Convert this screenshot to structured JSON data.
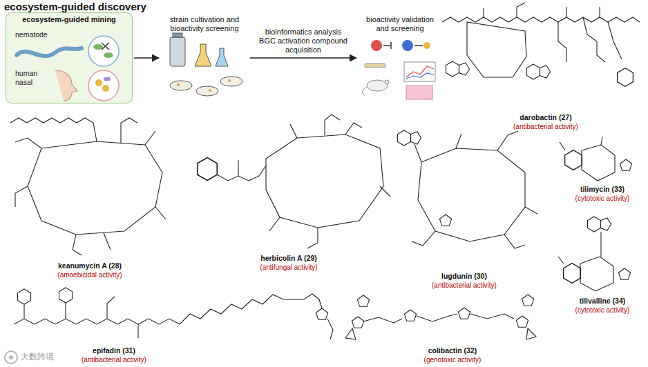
{
  "diagram": {
    "title": "ecosystem-guided discovery",
    "nodes": [
      {
        "text": [
          "ecosystem-guided mining"
        ]
      },
      {
        "text": [
          "strain cultivation and bioactivity screening"
        ]
      },
      {
        "text": [
          "bioactivity validation and screening"
        ]
      }
    ],
    "edges": [
      {
        "from": 0,
        "to": 1,
        "arrow": "to"
      },
      {
        "from": 1,
        "to": 2,
        "label": "bioinformatics analysis BGC activation compound acquisition",
        "arrow": "to"
      }
    ],
    "labels": [
      "nematode",
      "human nasal",
      "darobactin (27)",
      "(antibacterial activity)",
      "keanumycin A (28)",
      "(amoebicidal activity)",
      "herbicolin A (29)",
      "(antifungal activity)",
      "lugdunin (30)",
      "(antibacterial activity)",
      "tilimycin (33)",
      "(cytotoxic activity)",
      "tilivalline (34)",
      "(cytotoxic activity)",
      "epifadin (31)",
      "(antibacterial activity)",
      "colibactin (32)",
      "(genotoxic activity)",
      "大数跨境"
    ]
  }
}
